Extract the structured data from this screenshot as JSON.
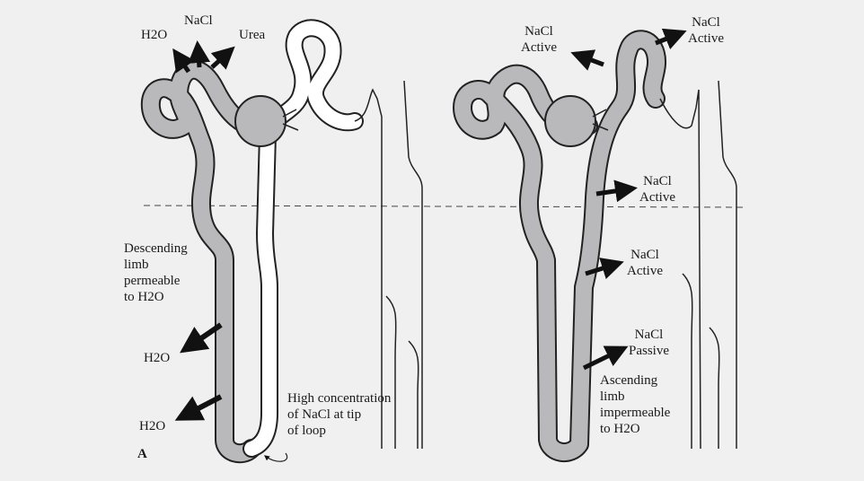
{
  "panel_label": "A",
  "left": {
    "top_labels": {
      "water": "H2O",
      "salt": "NaCl",
      "urea": "Urea"
    },
    "descending": [
      "Descending",
      "limb",
      "permeable",
      "to H2O"
    ],
    "water_out_1": "H2O",
    "water_out_2": "H2O",
    "tip_note": [
      "High concentration",
      "of NaCl at tip",
      "of loop"
    ]
  },
  "right": {
    "transport_1": [
      "NaCl",
      "Active"
    ],
    "transport_2": [
      "NaCl",
      "Active"
    ],
    "transport_3": [
      "NaCl",
      "Active"
    ],
    "transport_4": [
      "NaCl",
      "Active"
    ],
    "transport_5": [
      "NaCl",
      "Passive"
    ],
    "ascending": [
      "Ascending",
      "limb",
      "impermeable",
      "to H2O"
    ]
  },
  "colors": {
    "background": "#f1f0f1",
    "tubule_fill": "#b9b9bb",
    "tubule_light": "#ffffff",
    "stroke": "#222222",
    "arrow": "#111111"
  }
}
